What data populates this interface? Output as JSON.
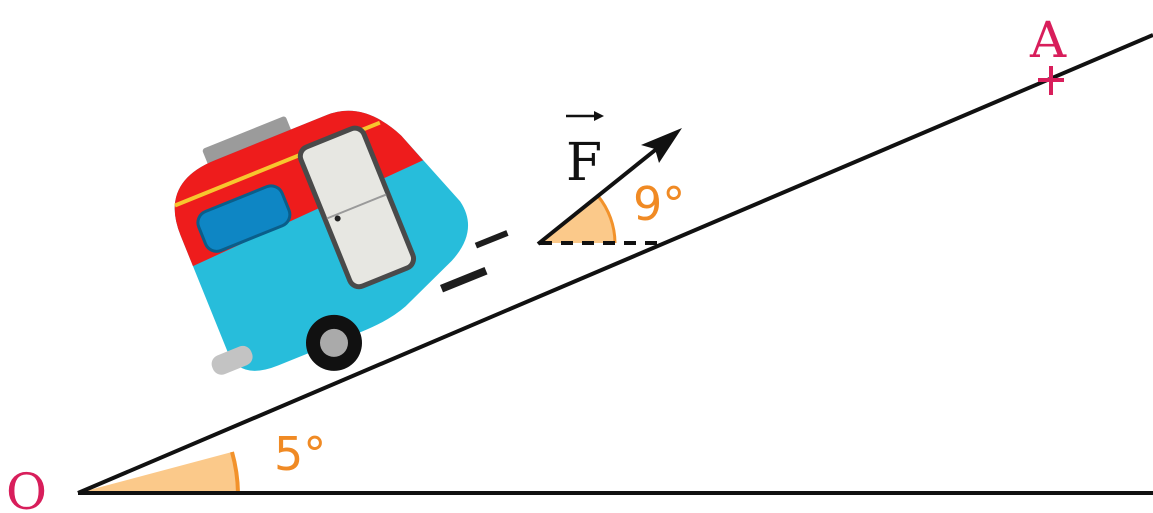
{
  "labels": {
    "origin": "O",
    "point_a": "A",
    "force": "F",
    "slope_angle": "5°",
    "force_angle": "9°"
  },
  "colors": {
    "line": "#111111",
    "angle_fill": "#fbc98a",
    "angle_stroke": "#f2922b",
    "angle_text": "#f08a24",
    "point_a": "#d81e5b",
    "caravan_red": "#ee1c1c",
    "caravan_blue": "#27bddb",
    "window_blue": "#0e86c4",
    "door": "#e7e7e2"
  }
}
